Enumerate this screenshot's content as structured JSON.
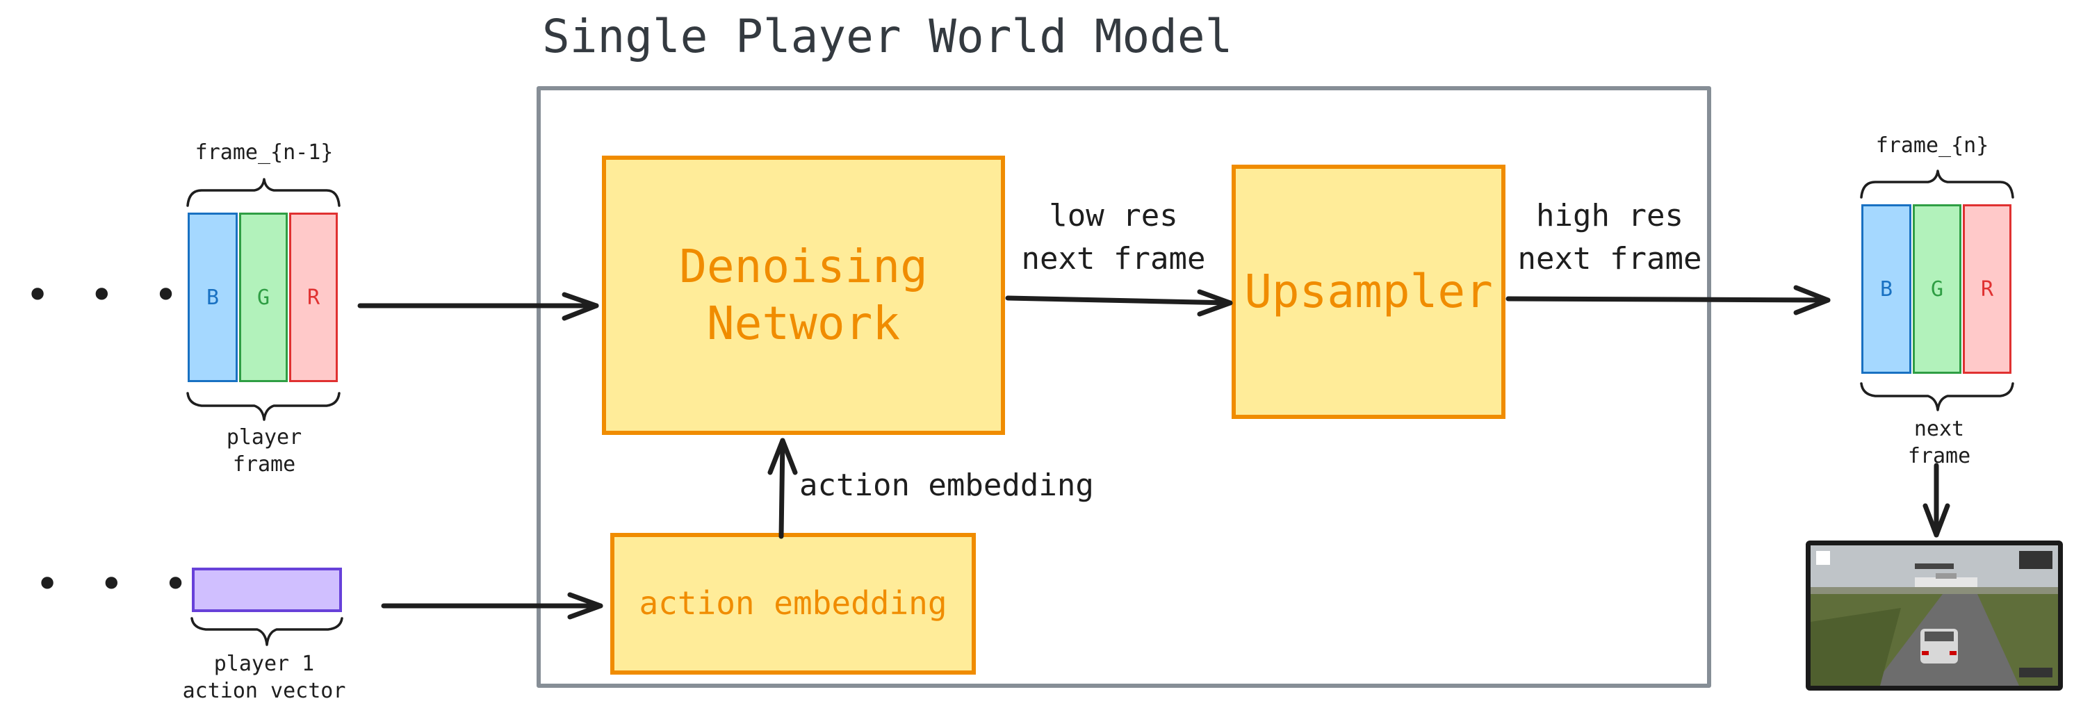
{
  "title": "Single Player World Model",
  "boxes": {
    "denoising": "Denoising\nNetwork",
    "upsampler": "Upsampler",
    "action_embedding": "action embedding"
  },
  "edge_labels": {
    "low_res": "low res\nnext frame",
    "high_res": "high res\nnext frame",
    "action_embedding": "action embedding"
  },
  "input_frame": {
    "top_label": "frame_{n-1}",
    "bottom_label": "player\nframe",
    "channels": [
      "B",
      "G",
      "R"
    ]
  },
  "output_frame": {
    "top_label": "frame_{n}",
    "bottom_label": "next\nframe",
    "channels": [
      "B",
      "G",
      "R"
    ]
  },
  "action_vector": {
    "label": "player 1\naction vector"
  },
  "ellipsis": "• • •",
  "colors": {
    "box_fill": "#ffec99",
    "box_stroke": "#f08c00",
    "outer_stroke": "#868e96",
    "blue": "#a5d8ff",
    "green": "#b2f2bb",
    "red": "#ffc9c9",
    "purple": "#d0bfff"
  }
}
